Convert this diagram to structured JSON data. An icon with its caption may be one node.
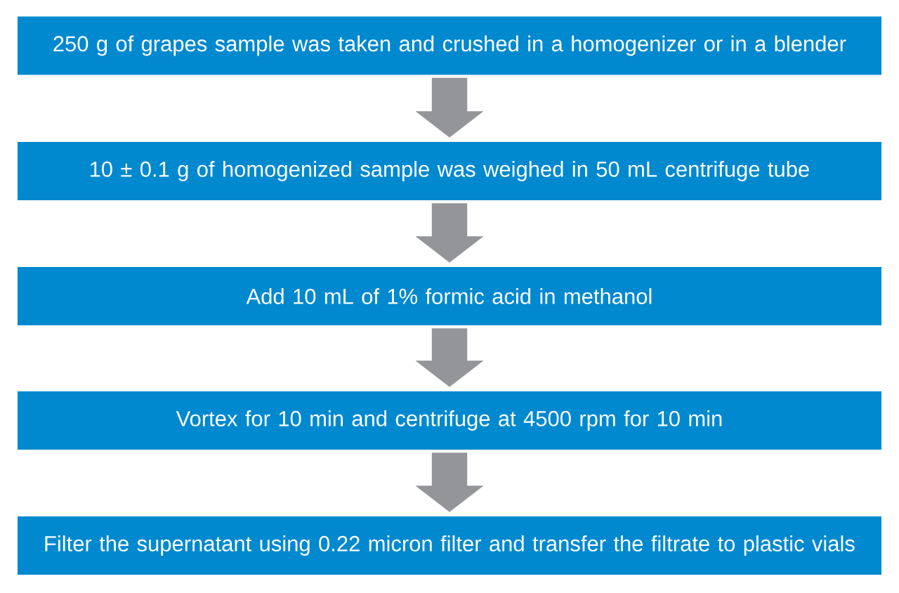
{
  "diagram": {
    "nodes": [
      {
        "text": [
          "250 g of grapes sample was taken and crushed in a homogenizer or in a blender"
        ]
      },
      {
        "text": [
          "10 ± 0.1 g of homogenized sample was weighed in 50 mL centrifuge tube"
        ]
      },
      {
        "text": [
          "Add 10 mL of 1% formic acid in methanol"
        ]
      },
      {
        "text": [
          "Vortex for 10 min and centrifuge at 4500 rpm for 10 min"
        ]
      },
      {
        "text": [
          "Filter the supernatant using 0.22 micron filter and transfer the filtrate to plastic vials"
        ]
      }
    ],
    "edges": [
      {
        "from": 0,
        "to": 1,
        "arrow": "to"
      },
      {
        "from": 1,
        "to": 2,
        "arrow": "to"
      },
      {
        "from": 2,
        "to": 3,
        "arrow": "to"
      },
      {
        "from": 3,
        "to": 4,
        "arrow": "to"
      }
    ]
  }
}
